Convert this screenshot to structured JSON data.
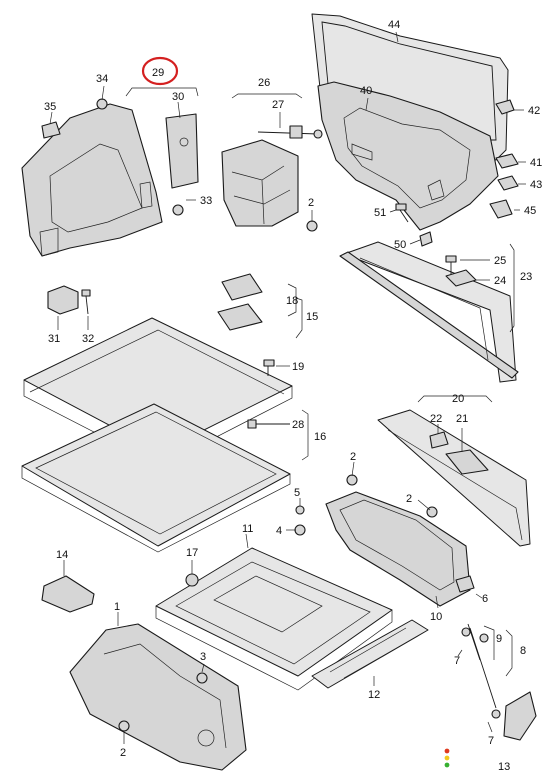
{
  "labels": {
    "l1": "1",
    "l2a": "2",
    "l2b": "2",
    "l2c": "2",
    "l2d": "2",
    "l3": "3",
    "l4": "4",
    "l5": "5",
    "l6": "6",
    "l7a": "7",
    "l7b": "7",
    "l8": "8",
    "l9": "9",
    "l10": "10",
    "l11": "11",
    "l12": "12",
    "l13": "13",
    "l14": "14",
    "l15": "15",
    "l16": "16",
    "l17": "17",
    "l18": "18",
    "l19": "19",
    "l20": "20",
    "l21": "21",
    "l22": "22",
    "l23": "23",
    "l24": "24",
    "l25": "25",
    "l26": "26",
    "l27": "27",
    "l28": "28",
    "l29": "29",
    "l30": "30",
    "l31": "31",
    "l32": "32",
    "l33": "33",
    "l34": "34",
    "l35": "35",
    "l40": "40",
    "l41": "41",
    "l42": "42",
    "l43": "43",
    "l44": "44",
    "l45": "45",
    "l50": "50",
    "l51": "51"
  },
  "colors": {
    "highlight_circle": "#d42020",
    "indicator_red": "#e03a1e",
    "indicator_yellow": "#f2c81c",
    "indicator_green": "#38b030"
  },
  "highlighted_part": "29"
}
